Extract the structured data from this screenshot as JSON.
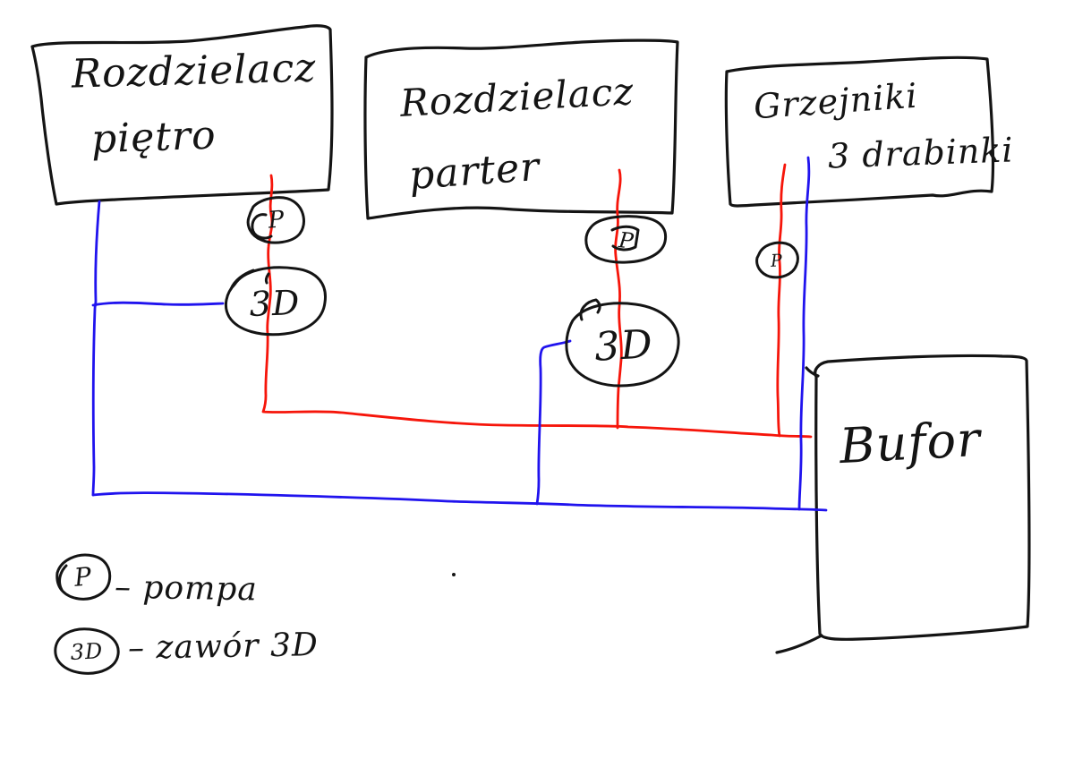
{
  "diagram": {
    "boxes": {
      "manifold_floor": {
        "line1": "Rozdzielacz",
        "line2": "piętro"
      },
      "manifold_ground": {
        "line1": "Rozdzielacz",
        "line2": "parter"
      },
      "radiators": {
        "line1": "Grzejniki",
        "line2": "3 drabinki"
      },
      "buffer": {
        "label": "Bufor"
      }
    },
    "symbols": {
      "pump": "P",
      "valve": "3D"
    },
    "legend": {
      "items": [
        {
          "symbol": "P",
          "label": "– pompa"
        },
        {
          "symbol": "3D",
          "label": "– zawór 3D"
        }
      ]
    },
    "colors": {
      "supply_line": "#f6150a",
      "return_line": "#2013ee",
      "ink": "#141414"
    }
  }
}
